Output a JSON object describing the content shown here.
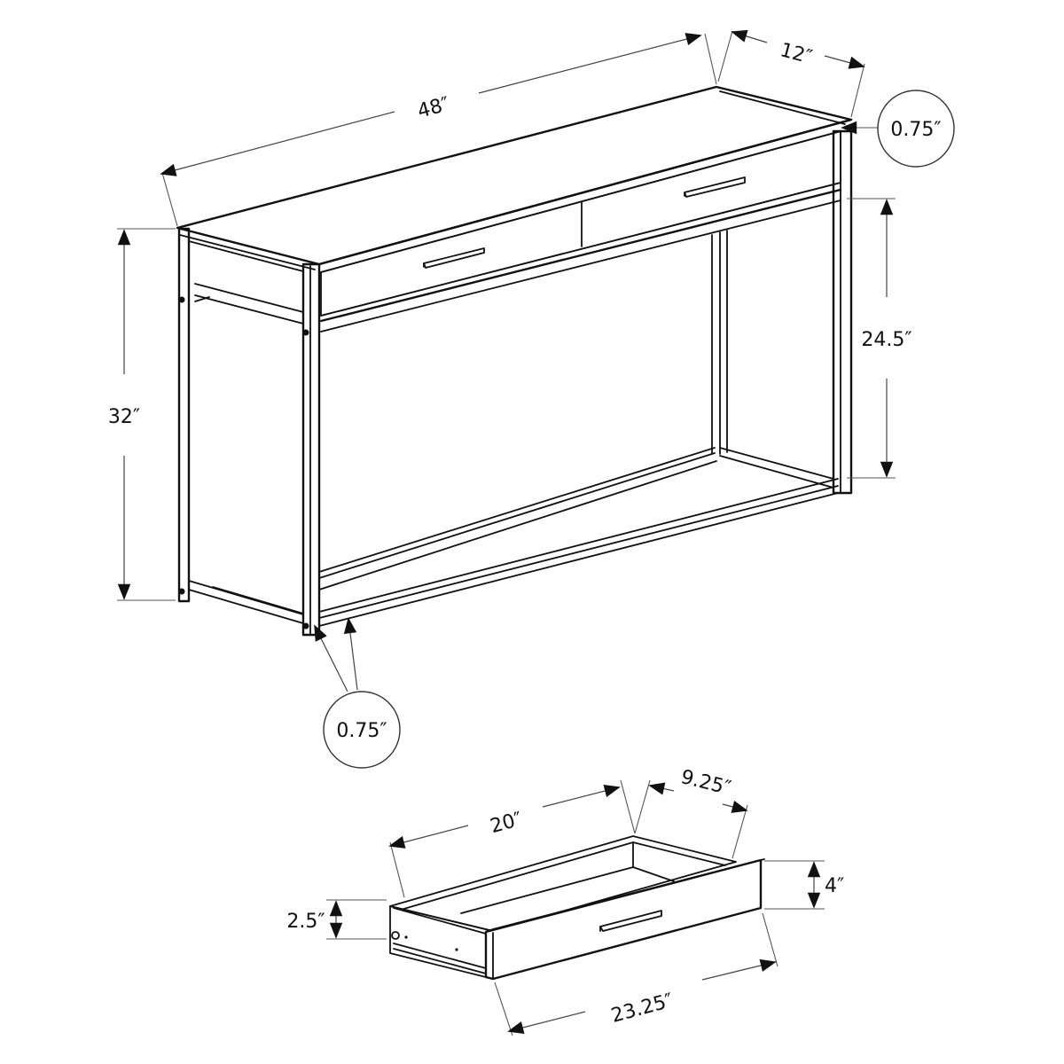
{
  "diagram": {
    "title": "Console table with drawers — dimension drawing",
    "type": "product-dimension-line-drawing",
    "line_color": "#111111",
    "background": "#ffffff"
  },
  "table": {
    "width_label": "48″",
    "depth_label": "12″",
    "height_label": "32″",
    "clearance_label": "24.5″",
    "top_thickness_callout": "0.75″",
    "frame_tube_callout": "0.75″"
  },
  "drawer": {
    "inner_length_label": "20″",
    "inner_width_label": "9.25″",
    "front_height_label": "4″",
    "side_height_label": "2.5″",
    "overall_length_label": "23.25″"
  },
  "icons": {
    "arrow": "triangle-arrowhead",
    "callout": "circle-callout",
    "bolt": "filled-dot"
  }
}
